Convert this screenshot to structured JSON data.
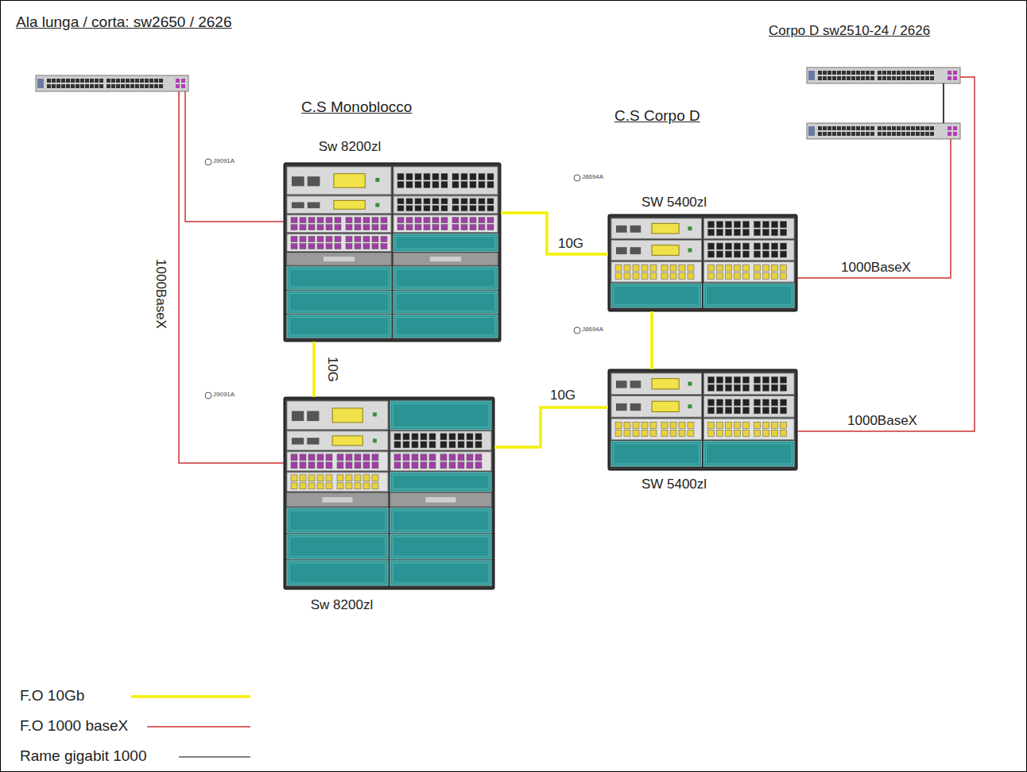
{
  "diagram": {
    "nodes": [
      {
        "text": [
          "Ala lunga / corta: sw2650 / 2626"
        ]
      },
      {
        "text": [
          "Sw 8200zl"
        ]
      },
      {
        "text": [
          "Sw 8200zl"
        ]
      },
      {
        "text": [
          "SW 5400zl"
        ]
      },
      {
        "text": [
          "SW 5400zl"
        ]
      },
      {
        "text": [
          "Corpo D sw2510-24 / 2626"
        ]
      }
    ],
    "edges": [
      {
        "from": 0,
        "to": 1,
        "arrow": "none"
      },
      {
        "from": 0,
        "to": 2,
        "arrow": "none",
        "label": "1000BaseX"
      },
      {
        "from": 1,
        "to": 2,
        "arrow": "none",
        "label": "10G"
      },
      {
        "from": 1,
        "to": 3,
        "arrow": "none",
        "label": "10G"
      },
      {
        "from": 2,
        "to": 4,
        "arrow": "none",
        "label": "10G"
      },
      {
        "from": 3,
        "to": 4,
        "arrow": "none"
      },
      {
        "from": 3,
        "to": 5,
        "arrow": "none",
        "label": "1000BaseX"
      },
      {
        "from": 4,
        "to": 5,
        "arrow": "none",
        "label": "1000BaseX"
      }
    ],
    "labels": [
      "C.S Monoblocco",
      "C.S Corpo D",
      "J9091A",
      "J9091A",
      "J8694A",
      "J8694A"
    ],
    "legend": [
      {
        "text": "F.O 10Gb"
      },
      {
        "text": "F.O 1000 baseX"
      },
      {
        "text": "Rame gigabit 1000"
      }
    ]
  }
}
